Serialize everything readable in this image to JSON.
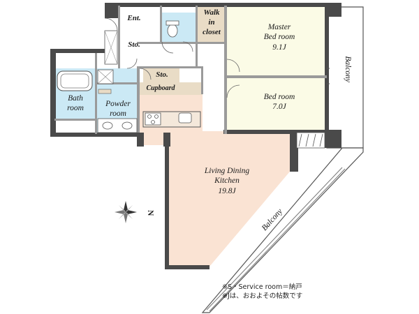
{
  "rooms": {
    "entrance": "Ent.",
    "storage1": "Sto.",
    "walk_in_closet": [
      "Walk",
      "in",
      "closet"
    ],
    "master_bedroom": [
      "Master",
      "Bed room",
      "9.1J"
    ],
    "bedroom": [
      "Bed room",
      "7.0J"
    ],
    "storage2": "Sto.",
    "cupboard": "Cupboard",
    "bath": [
      "Bath",
      "room"
    ],
    "powder": [
      "Powder",
      "room"
    ],
    "ldk": [
      "Living Dining",
      "Kitchen",
      "19.8J"
    ],
    "balcony_east": "Balcony",
    "balcony_south": "Balcony"
  },
  "compass": "N",
  "notes": [
    "※S・Service room＝納戸",
    "※Jは、おおよその帖数です"
  ],
  "colors": {
    "wall": "#4a4a4a",
    "bedroom": "#fbfbe6",
    "wet": "#cbe9f5",
    "ldk": "#fae3d3",
    "storage": "#e9dcc6",
    "floor": "#ffffff"
  }
}
